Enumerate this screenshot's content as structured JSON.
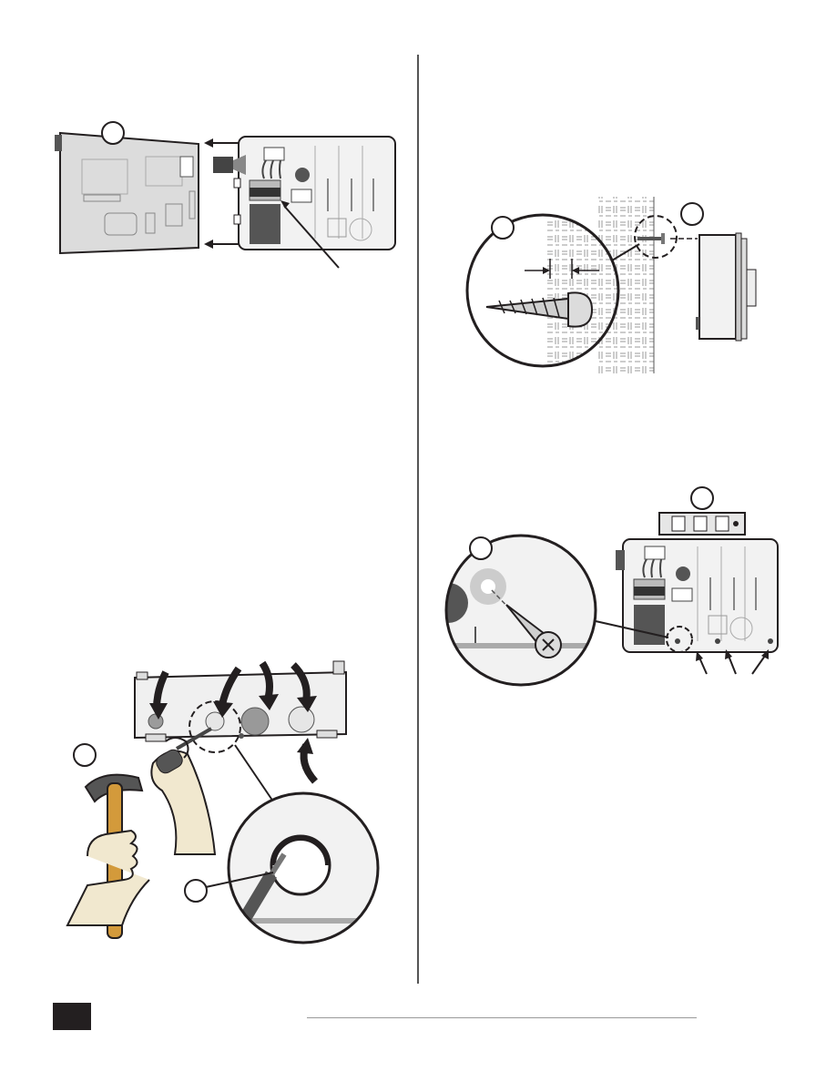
{
  "page": {
    "page_number_box": "",
    "footer_rule": true
  },
  "figures": [
    {
      "id": "fig-remove-front-panel",
      "callout": ""
    },
    {
      "id": "fig-wall-screw-gap",
      "callout_left": "",
      "callout_right": ""
    },
    {
      "id": "fig-mount-screws",
      "callout_top": "",
      "callout_zoom": ""
    },
    {
      "id": "fig-knockouts",
      "callout_hammer": "",
      "callout_zoom": ""
    }
  ],
  "colors": {
    "ink": "#231f20",
    "panel_fill": "#e6e6e6",
    "panel_dark": "#4d4d4d",
    "wood": "#d39a3b",
    "glove": "#f1e8cf",
    "pattern": "#b3b3b3"
  }
}
